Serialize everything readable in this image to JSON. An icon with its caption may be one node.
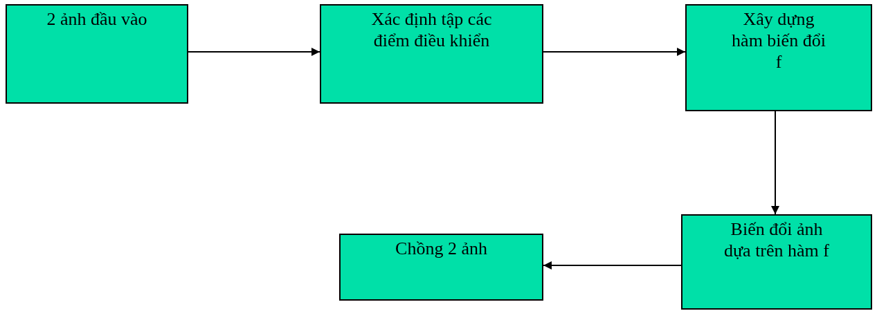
{
  "diagram": {
    "nodes": [
      {
        "text": [
          "2 ảnh đầu vào"
        ]
      },
      {
        "text": [
          "Xác định tập các điểm điều khiển"
        ]
      },
      {
        "text": [
          "Xây dựng hàm biến đổi f"
        ]
      },
      {
        "text": [
          "Biến đổi ảnh dựa trên hàm f"
        ]
      },
      {
        "text": [
          "Chồng 2 ảnh"
        ]
      }
    ],
    "edges": [
      {
        "from": 0,
        "to": 1,
        "arrow": "to"
      },
      {
        "from": 1,
        "to": 2,
        "arrow": "to"
      },
      {
        "from": 2,
        "to": 3,
        "arrow": "to"
      },
      {
        "from": 3,
        "to": 4,
        "arrow": "to"
      }
    ]
  }
}
